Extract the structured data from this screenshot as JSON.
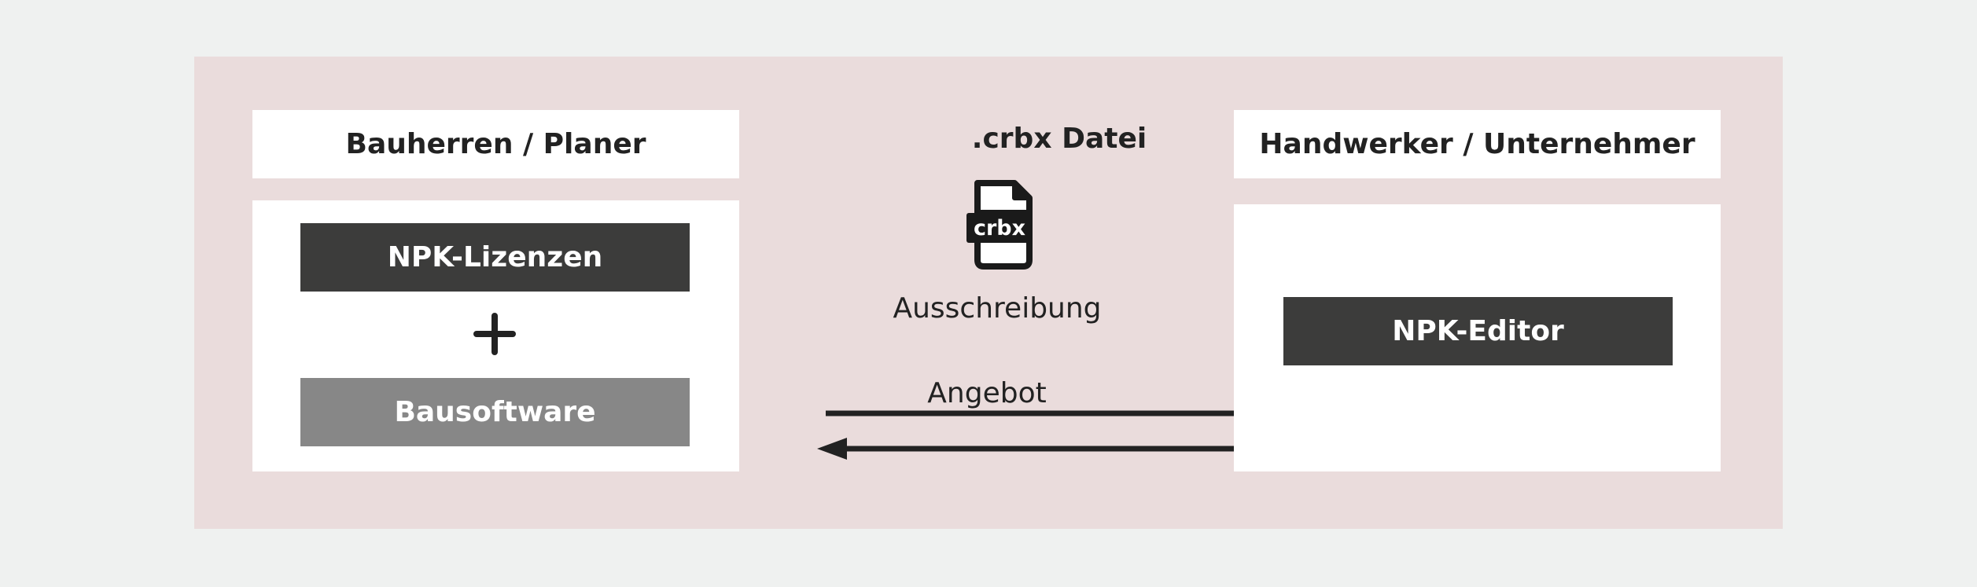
{
  "left": {
    "title": "Bauherren / Planer",
    "items": [
      "NPK-Lizenzen",
      "Bausoftware"
    ],
    "plus_icon": "plus-icon"
  },
  "center": {
    "title": ".crbx Datei",
    "file_icon": "file-icon",
    "file_label": "crbx",
    "forward_label": "Ausschreibung",
    "backward_label": "Angebot"
  },
  "right": {
    "title": "Handwerker / Unternehmer",
    "items": [
      "NPK-Editor"
    ]
  },
  "colors": {
    "background": "#eff1f0",
    "panel": "#eadcdc",
    "box": "#ffffff",
    "dark_bar": "#3c3c3b",
    "grey_bar": "#878787",
    "text": "#222222",
    "arrow": "#222222"
  }
}
